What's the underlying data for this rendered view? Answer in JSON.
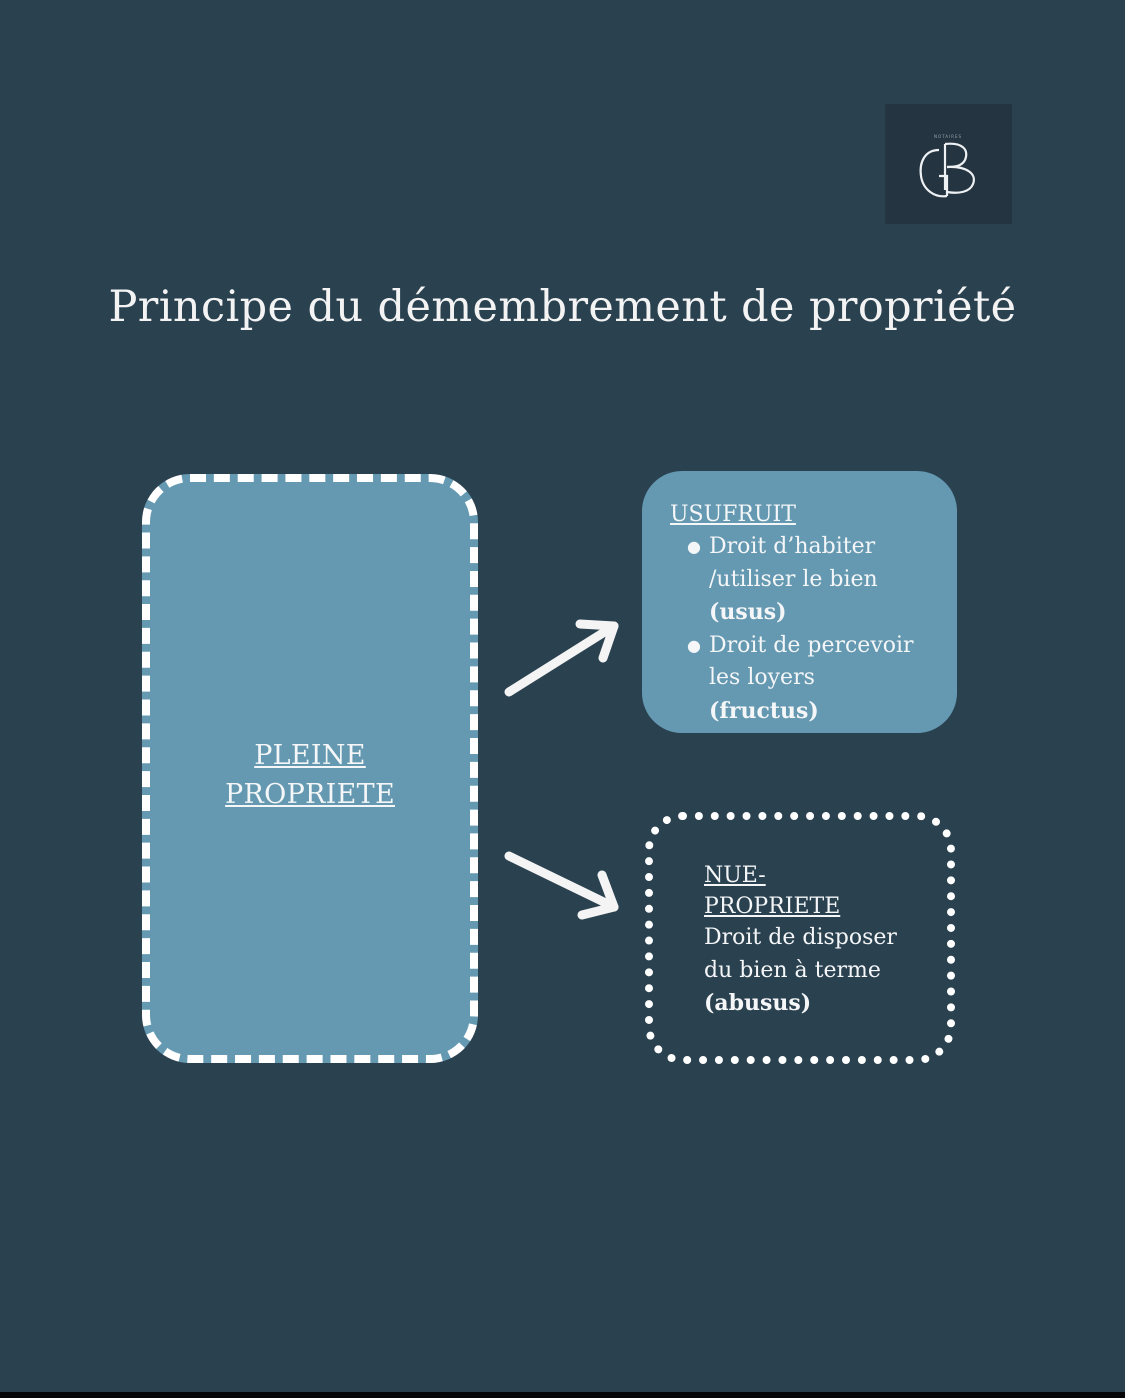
{
  "title": "Principe du démembrement de propriété",
  "logo": {
    "icon": "gb-monogram-icon",
    "tagline": "NOTAIRES",
    "background": "#253441"
  },
  "colors": {
    "background": "#2a4150",
    "box_fill": "#6599b2",
    "text": "#f3f3f3",
    "border": "#ffffff"
  },
  "pleine_propriete": {
    "line1": "PLEINE",
    "line2": "PROPRIETE"
  },
  "usufruit": {
    "title": "USUFRUIT",
    "items": [
      {
        "text": "Droit d’habiter /utiliser le bien",
        "bold": "(usus)"
      },
      {
        "text": "Droit de percevoir les loyers",
        "bold": "(fructus)"
      }
    ]
  },
  "nue_propriete": {
    "title": "NUE-PROPRIETE",
    "description": "Droit de disposer du bien à terme",
    "bold": "(abusus)"
  },
  "arrows": [
    {
      "icon": "arrow-up-right-icon",
      "from": "pleine_propriete",
      "to": "usufruit"
    },
    {
      "icon": "arrow-down-right-icon",
      "from": "pleine_propriete",
      "to": "nue_propriete"
    }
  ]
}
